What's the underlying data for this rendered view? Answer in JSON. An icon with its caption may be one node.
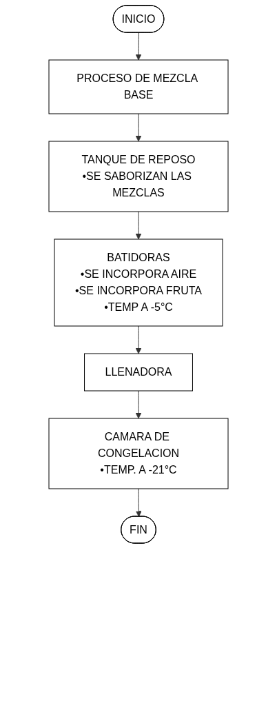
{
  "diagram": {
    "nodes": [
      {
        "text": [
          "INICIO"
        ]
      },
      {
        "text": [
          "PROCESO DE MEZCLA BASE"
        ]
      },
      {
        "text": [
          "TANQUE DE REPOSO",
          "•SE SABORIZAN LAS MEZCLAS"
        ]
      },
      {
        "text": [
          "BATIDORAS",
          "•SE INCORPORA AIRE",
          "•SE INCORPORA FRUTA",
          "•TEMP A -5°C"
        ]
      },
      {
        "text": [
          "LLENADORA"
        ]
      },
      {
        "text": [
          "CAMARA DE CONGELACION",
          "•TEMP. A -21°C"
        ]
      },
      {
        "text": [
          "FIN"
        ]
      }
    ],
    "edges": [
      {
        "from": 0,
        "to": 1,
        "arrow": "to"
      },
      {
        "from": 1,
        "to": 2,
        "arrow": "to"
      },
      {
        "from": 2,
        "to": 3,
        "arrow": "to"
      },
      {
        "from": 3,
        "to": 4,
        "arrow": "to"
      },
      {
        "from": 4,
        "to": 5,
        "arrow": "to"
      },
      {
        "from": 5,
        "to": 6,
        "arrow": "to"
      }
    ]
  }
}
